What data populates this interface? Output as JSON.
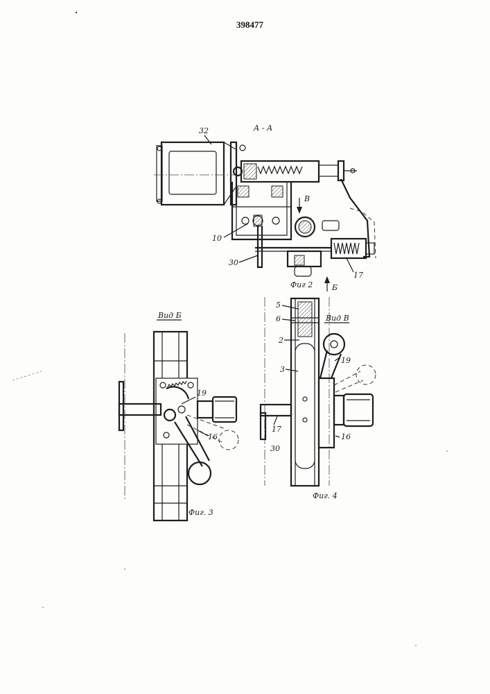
{
  "document": {
    "patent_number": "398477"
  },
  "fig2": {
    "section_label": "А - А",
    "caption": "Фиг 2",
    "arrow_b_label": "В",
    "arrow_b2_label": "Б",
    "parts": {
      "p32": "32",
      "p10": "10",
      "p30": "30",
      "p17": "17"
    }
  },
  "fig3": {
    "view_label": "Вид Б",
    "caption": "Фиг. 3",
    "parts": {
      "p19": "19",
      "p16": "16"
    }
  },
  "fig4": {
    "view_label": "Вид В",
    "caption": "Фиг. 4",
    "parts": {
      "p5": "5",
      "p6": "6",
      "p2": "2",
      "p3": "3",
      "p19": "19",
      "p16": "16",
      "p17": "17",
      "p30": "30"
    }
  }
}
